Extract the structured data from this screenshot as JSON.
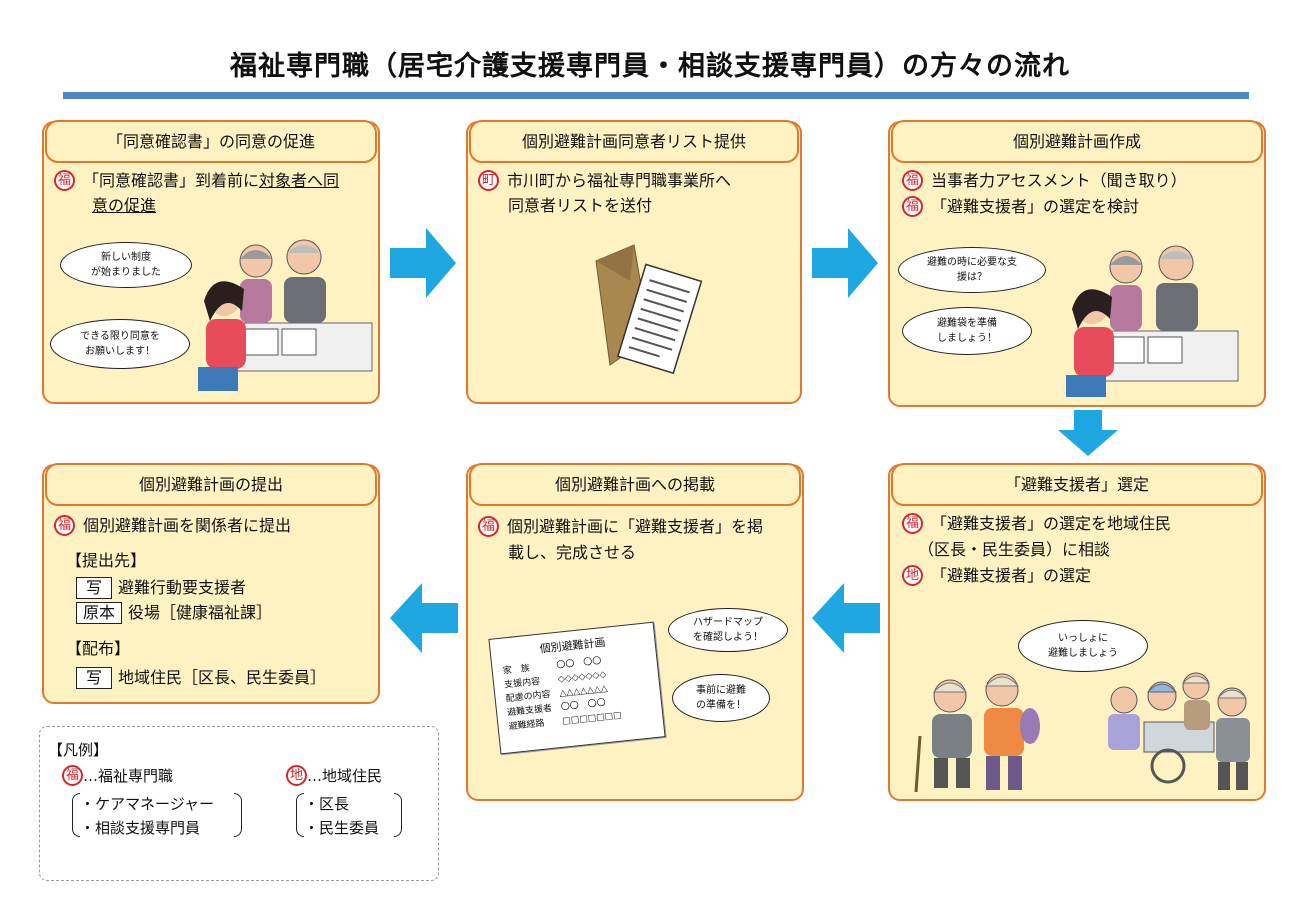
{
  "title": "福祉専門職（居宅介護支援専門員・相談支援専門員）の方々の流れ",
  "badges": {
    "fuku": "福",
    "machi": "町",
    "chi": "地"
  },
  "step1": {
    "header": "「同意確認書」の同意の促進",
    "line1_a": "「同意確認書」到着前に",
    "line1_b": "対象者へ同",
    "line2": "意の促進",
    "bubble1": "新しい制度\nが始まりました",
    "bubble2": "できる限り同意を\nお願いします！"
  },
  "step2": {
    "header": "個別避難計画同意者リスト提供",
    "line1": "市川町から福祉専門職事業所へ",
    "line2": "同意者リストを送付"
  },
  "step3": {
    "header": "個別避難計画作成",
    "line1": "当事者力アセスメント（聞き取り）",
    "line2": "「避難支援者」の選定を検討",
    "bubble1": "避難の時に必要な支\n援は？",
    "bubble2": "避難袋を準備\nしましょう！"
  },
  "step4": {
    "header": "「避難支援者」選定",
    "line1": "「避難支援者」の選定を地域住民",
    "line2": "（区長・民生委員）に相談",
    "line3": "「避難支援者」の選定",
    "bubble1": "いっしょに\n避難しましょう"
  },
  "step5": {
    "header": "個別避難計画への掲載",
    "line1": "個別避難計画に「避難支援者」を掲",
    "line2": "載し、完成させる",
    "bubble1": "ハザードマップ\nを確認しよう！",
    "bubble2": "事前に避難\nの準備を！",
    "doc": {
      "title": "個別避難計画",
      "rows": [
        {
          "label": "家　族",
          "value": "〇〇　〇〇"
        },
        {
          "label": "支援内容",
          "value": "◇◇◇◇◇◇◇"
        },
        {
          "label": "配慮の内容",
          "value": "△△△△△△△"
        },
        {
          "label": "避難支援者",
          "value": "〇〇　〇〇"
        },
        {
          "label": "避難経路",
          "value": "□□□□□□□"
        }
      ]
    }
  },
  "step6": {
    "header": "個別避難計画の提出",
    "line1": "個別避難計画を関係者に提出",
    "submit_label": "【提出先】",
    "copy_tag": "写",
    "submit1": "避難行動要支援者",
    "original_tag": "原本",
    "submit2": "役場［健康福祉課］",
    "distribute_label": "【配布】",
    "distribute1": "地域住民［区長、民生委員］"
  },
  "legend": {
    "title": "【凡例】",
    "fuku_text": "…福祉専門職",
    "fuku_item1": "・ケアマネージャー",
    "fuku_item2": "・相談支援専門員",
    "chi_text": "…地域住民",
    "chi_item1": "・区長",
    "chi_item2": "・民生委員"
  },
  "colors": {
    "box_fill": "#fff2c2",
    "box_border": "#e07a2e",
    "arrow": "#1ea7e1",
    "badge": "#d7262b",
    "title_rule": "#4f86c6"
  }
}
